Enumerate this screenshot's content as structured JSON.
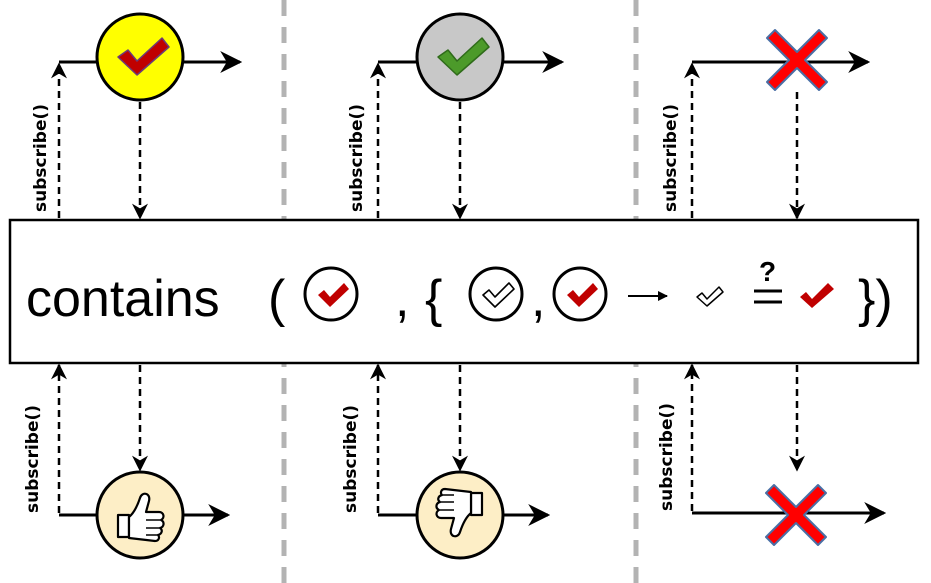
{
  "subscribe_label": "subscribe()",
  "formula": {
    "name": "contains",
    "open_paren": "(",
    "comma": ",",
    "open_brace": "{",
    "inner_comma": ",",
    "question_mark": "?",
    "close": "})"
  },
  "colors": {
    "item_yellow": "#ffff00",
    "item_gray": "#c8c8c8",
    "check_red": "#c00000",
    "check_green": "#4c9a2a",
    "error_red": "#ff0000",
    "thumb_bg": "#fdeec6",
    "divider_gray": "#b3b3b3"
  },
  "panels": [
    {
      "id": "match",
      "source_item": "yellow-red-check",
      "result": "thumbs-up-icon"
    },
    {
      "id": "no-match",
      "source_item": "gray-green-check",
      "result": "thumbs-down-icon"
    },
    {
      "id": "error",
      "source_item": "error-x",
      "result": "error-x"
    }
  ]
}
